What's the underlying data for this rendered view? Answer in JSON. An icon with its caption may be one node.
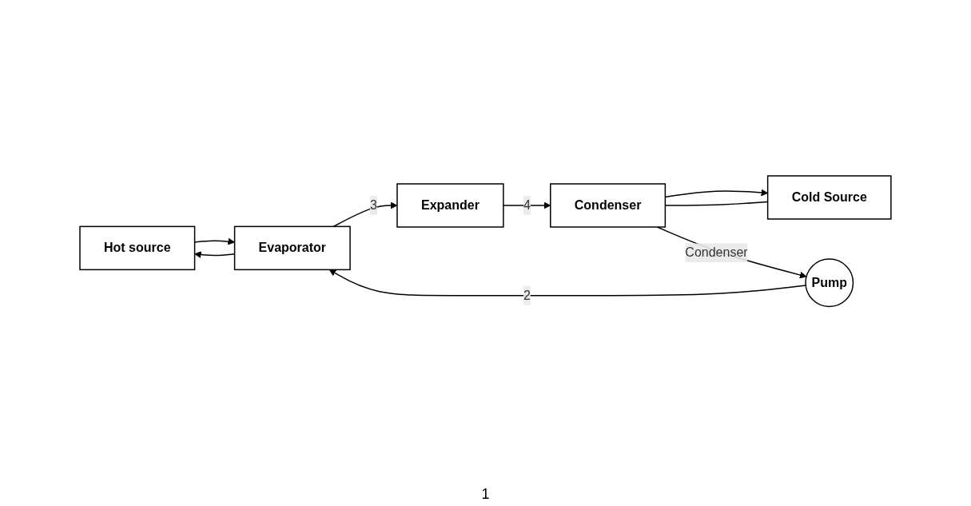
{
  "diagram": {
    "nodes": [
      {
        "text": [
          "Hot source"
        ]
      },
      {
        "text": [
          "Evaporator"
        ]
      },
      {
        "text": [
          "Expander"
        ]
      },
      {
        "text": [
          "Pump"
        ]
      },
      {
        "text": [
          "Condenser"
        ]
      },
      {
        "text": [
          "Cold Source"
        ]
      }
    ],
    "edges": [
      {
        "from": 0,
        "to": 1,
        "arrow": "to"
      },
      {
        "from": 1,
        "to": 0,
        "arrow": "to"
      },
      {
        "from": 1,
        "to": 2,
        "arrow": "to",
        "label": "3"
      },
      {
        "from": 3,
        "to": 1,
        "arrow": "to",
        "label": "2"
      },
      {
        "from": 2,
        "to": 4,
        "arrow": "to",
        "label": "4"
      },
      {
        "from": 4,
        "to": 5,
        "arrow": "to"
      },
      {
        "from": 5,
        "to": 4,
        "arrow": "none"
      },
      {
        "from": 4,
        "to": 3,
        "arrow": "to",
        "label": "Condenser"
      }
    ],
    "labels": [
      "1"
    ]
  }
}
